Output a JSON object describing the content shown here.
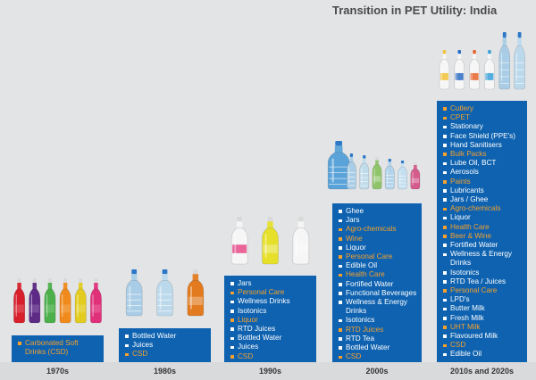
{
  "chart_data": {
    "type": "table",
    "title": "Transition in PET Utility: India",
    "columns": [
      {
        "decade": "1970s",
        "uses": [
          {
            "label": "Carbonated Soft Drinks (CSD)",
            "highlight": true
          }
        ],
        "bottle_images": [
          {
            "name": "red-soda-bottle-icon",
            "color": "#d8202c"
          },
          {
            "name": "purple-soda-bottle-icon",
            "color": "#5d2a86"
          },
          {
            "name": "green-soda-bottle-icon",
            "color": "#4bb04a"
          },
          {
            "name": "orange-soda-bottle-icon",
            "color": "#f08a1d"
          },
          {
            "name": "yellow-soda-bottle-icon",
            "color": "#e3cc1f"
          },
          {
            "name": "pink-soda-bottle-icon",
            "color": "#e0307a"
          }
        ]
      },
      {
        "decade": "1980s",
        "uses": [
          {
            "label": "Bottled Water",
            "highlight": false
          },
          {
            "label": "Juices",
            "highlight": false
          },
          {
            "label": "CSD",
            "highlight": true
          }
        ],
        "bottle_images": [
          {
            "name": "water-bottle-icon",
            "color": "#a9cde6"
          },
          {
            "name": "water-bottle-icon",
            "color": "#bcd9ec"
          },
          {
            "name": "juice-bottle-icon",
            "color": "#e27b1f"
          }
        ]
      },
      {
        "decade": "1990s",
        "uses": [
          {
            "label": "Jars",
            "highlight": false
          },
          {
            "label": "Personal Care",
            "highlight": true
          },
          {
            "label": "Wellness Drinks",
            "highlight": false
          },
          {
            "label": "Isotonics",
            "highlight": false
          },
          {
            "label": "Liquor",
            "highlight": true
          },
          {
            "label": "RTD Juices",
            "highlight": false
          },
          {
            "label": "Bottled Water",
            "highlight": false
          },
          {
            "label": "Juices",
            "highlight": false
          },
          {
            "label": "CSD",
            "highlight": true
          }
        ],
        "bottle_images": [
          {
            "name": "pink-cap-bottle-icon",
            "color": "#f2f2f2"
          },
          {
            "name": "yellow-pump-bottle-icon",
            "color": "#e6e02a"
          },
          {
            "name": "white-pump-bottle-icon",
            "color": "#f4f4f4"
          }
        ]
      },
      {
        "decade": "2000s",
        "uses": [
          {
            "label": "Ghee",
            "highlight": false
          },
          {
            "label": "Jars",
            "highlight": false
          },
          {
            "label": "Agro-chemicals",
            "highlight": true
          },
          {
            "label": "Wine",
            "highlight": true
          },
          {
            "label": "Liquor",
            "highlight": false
          },
          {
            "label": "Personal Care",
            "highlight": true
          },
          {
            "label": "Edible Oil",
            "highlight": false
          },
          {
            "label": "Health Care",
            "highlight": true
          },
          {
            "label": "Fortified Water",
            "highlight": false
          },
          {
            "label": "Functional Beverages",
            "highlight": false
          },
          {
            "label": "Wellness & Energy Drinks",
            "highlight": false
          },
          {
            "label": "Isotonics",
            "highlight": false
          },
          {
            "label": "RTD Juices",
            "highlight": true
          },
          {
            "label": "RTD Tea",
            "highlight": false
          },
          {
            "label": "Bottled Water",
            "highlight": false
          },
          {
            "label": "CSD",
            "highlight": true
          }
        ],
        "bottle_images": [
          {
            "name": "water-jar-icon",
            "color": "#5aa3d9"
          },
          {
            "name": "water-bottle-icon",
            "color": "#a9cde6"
          },
          {
            "name": "water-bottle-icon",
            "color": "#c0dbe9"
          },
          {
            "name": "green-bottle-icon",
            "color": "#8fc46a"
          },
          {
            "name": "water-bottle-icon",
            "color": "#b2d3ea"
          },
          {
            "name": "water-bottle-icon",
            "color": "#c4dff0"
          },
          {
            "name": "pink-bottle-icon",
            "color": "#d45b8c"
          }
        ]
      },
      {
        "decade": "2010s and 2020s",
        "uses": [
          {
            "label": "Cutlery",
            "highlight": true
          },
          {
            "label": "CPET",
            "highlight": true
          },
          {
            "label": "Stationary",
            "highlight": false
          },
          {
            "label": "Face Shield (PPE's)",
            "highlight": false
          },
          {
            "label": "Hand Sanitisers",
            "highlight": false
          },
          {
            "label": "Bulk Packs",
            "highlight": true
          },
          {
            "label": "Lube Oil, BCT",
            "highlight": false
          },
          {
            "label": "Aerosols",
            "highlight": false
          },
          {
            "label": "Paints",
            "highlight": true
          },
          {
            "label": "Lubricants",
            "highlight": false
          },
          {
            "label": "Jars / Ghee",
            "highlight": false
          },
          {
            "label": "Agro-chemicals",
            "highlight": true
          },
          {
            "label": "Liquor",
            "highlight": false
          },
          {
            "label": "Health Care",
            "highlight": true
          },
          {
            "label": "Beer & Wine",
            "highlight": true
          },
          {
            "label": "Fortified Water",
            "highlight": false
          },
          {
            "label": "Wellness & Energy Drinks",
            "highlight": false
          },
          {
            "label": "Isotonics",
            "highlight": false
          },
          {
            "label": "RTD Tea / Juices",
            "highlight": false
          },
          {
            "label": "Personal Care",
            "highlight": true
          },
          {
            "label": "LPD's",
            "highlight": false
          },
          {
            "label": "Butter Milk",
            "highlight": false
          },
          {
            "label": "Fresh Milk",
            "highlight": false
          },
          {
            "label": "UHT Milk",
            "highlight": true
          },
          {
            "label": "Flavoured Milk",
            "highlight": false
          },
          {
            "label": "CSD",
            "highlight": true
          },
          {
            "label": "Edible Oil",
            "highlight": false
          }
        ],
        "bottle_images": [
          {
            "name": "milk-bottle-yellow-cap-icon",
            "color": "#f2c23a"
          },
          {
            "name": "milk-bottle-blue-cap-icon",
            "color": "#2a6cc2"
          },
          {
            "name": "milk-bottle-orange-cap-icon",
            "color": "#e8652a"
          },
          {
            "name": "milk-bottle-blue-cap-icon",
            "color": "#3ba0d8"
          },
          {
            "name": "water-bottle-icon",
            "color": "#a9cde6"
          },
          {
            "name": "water-bottle-icon",
            "color": "#bcd9ec"
          }
        ]
      }
    ],
    "colors": {
      "panel": "#0e62b0",
      "highlight_text": "#f6a12c",
      "normal_text": "#ffffff",
      "background": "#e3e4e6"
    }
  }
}
